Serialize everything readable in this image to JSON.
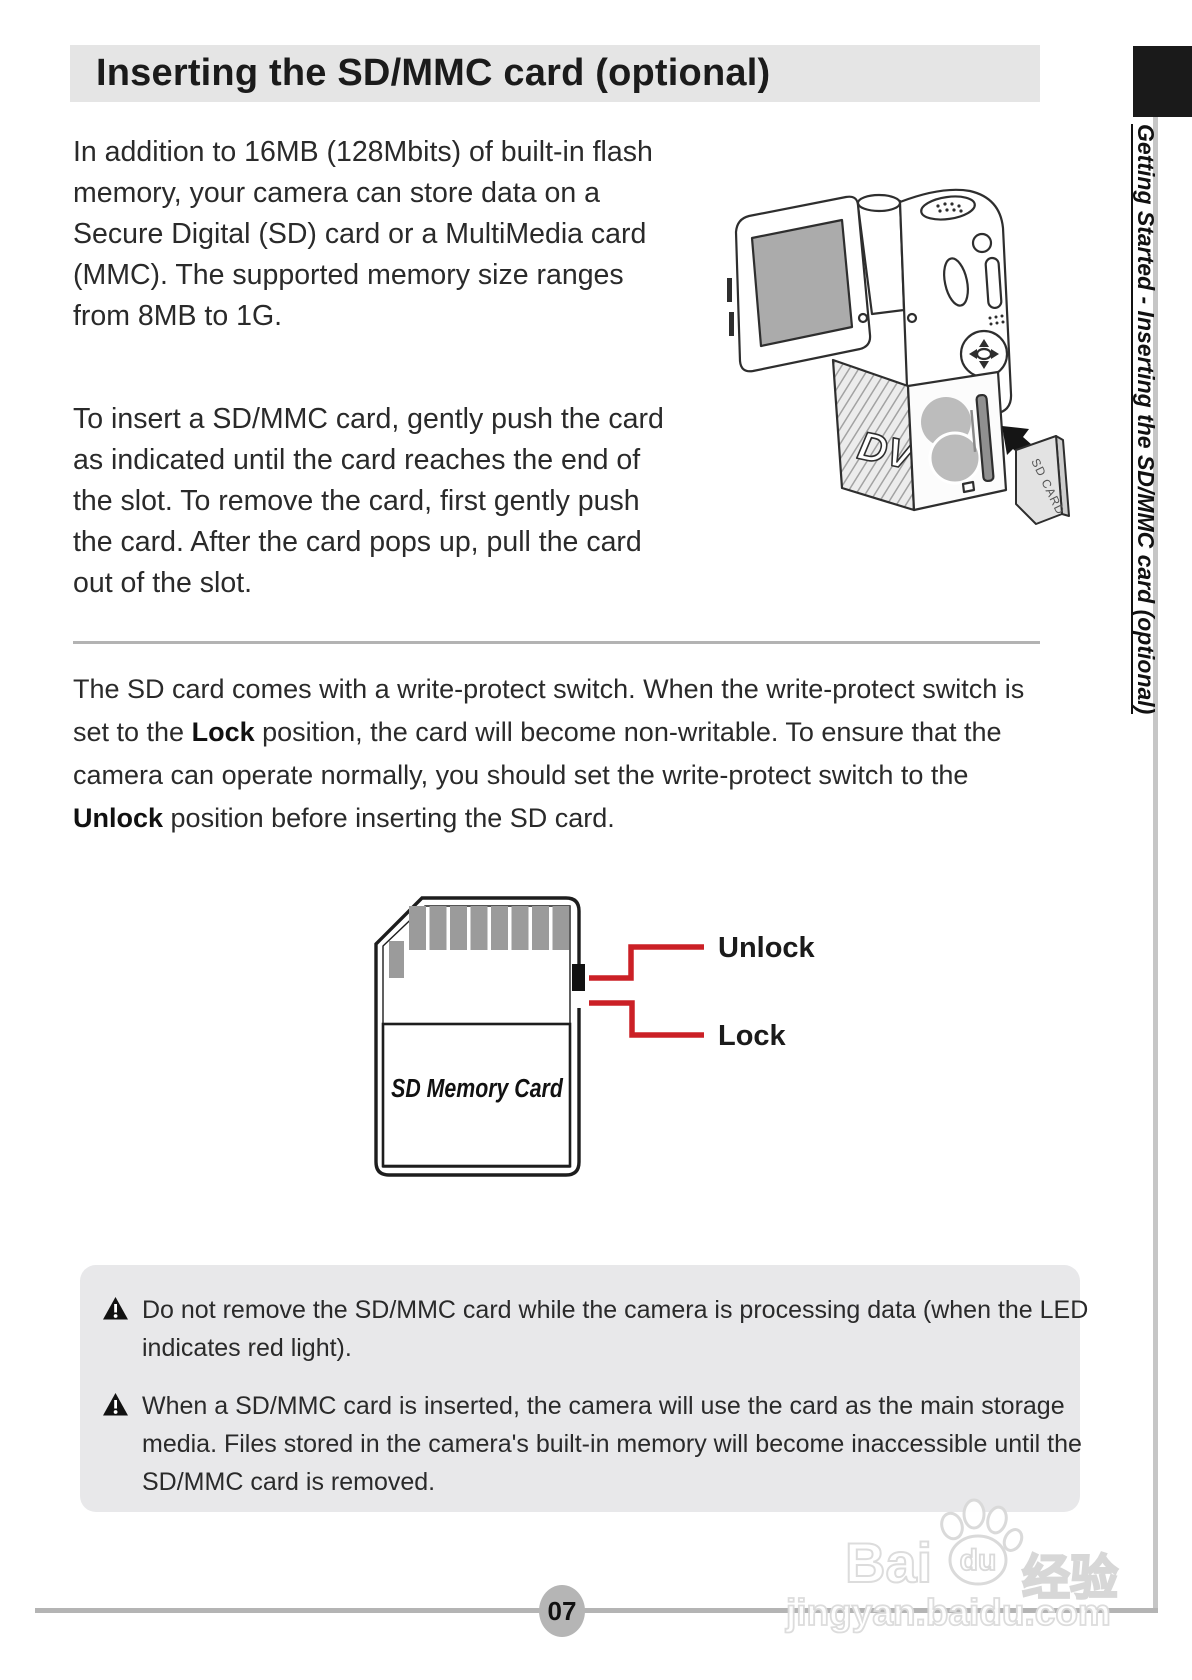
{
  "page": {
    "title": "Inserting the SD/MMC card (optional)",
    "page_number": "07"
  },
  "sidebar": {
    "label": "Getting Started - Inserting the SD/MMC card (optional)"
  },
  "content": {
    "para1": "In addition to 16MB (128Mbits) of built-in flash memory, your camera can store data on a Secure Digital (SD) card or a MultiMedia card (MMC). The supported memory size ranges from 8MB to 1G.",
    "para2": "To insert a SD/MMC card, gently push the card as indicated until the card reaches the end of the slot. To remove the card, first gently push the card. After the card pops up, pull the card out of the slot.",
    "para3_part1": "The SD card comes with a write-protect switch. When the write-protect switch is set to the ",
    "para3_lock": "Lock",
    "para3_part2": " position, the card will become non-writable. To ensure that the camera can operate normally, you should set the write-protect switch to the ",
    "para3_unlock": "Unlock",
    "para3_part3": " position before inserting the SD card."
  },
  "diagram": {
    "unlock_label": "Unlock",
    "lock_label": "Lock",
    "card_label": "SD Memory Card",
    "leader_line_color": "#cb2026"
  },
  "camera": {
    "dv_logo": "DV",
    "card_label": "SD CARD"
  },
  "notes": [
    {
      "text": "Do not remove the SD/MMC card while the camera is processing data (when the LED indicates red light)."
    },
    {
      "text": "When a SD/MMC card is inserted, the camera will use the card as the main storage media. Files stored in the camera's built-in memory will become inaccessible until the SD/MMC card is removed."
    }
  ],
  "watermark": {
    "bai": "Bai",
    "du": "du",
    "cn": "经验",
    "url": "jingyan.baidu.com"
  },
  "colors": {
    "accent_red": "#cb2026",
    "title_bar_bg": "#e5e5e5",
    "note_box_bg": "#e8e8ea",
    "tab_black": "#1a1a1a"
  }
}
